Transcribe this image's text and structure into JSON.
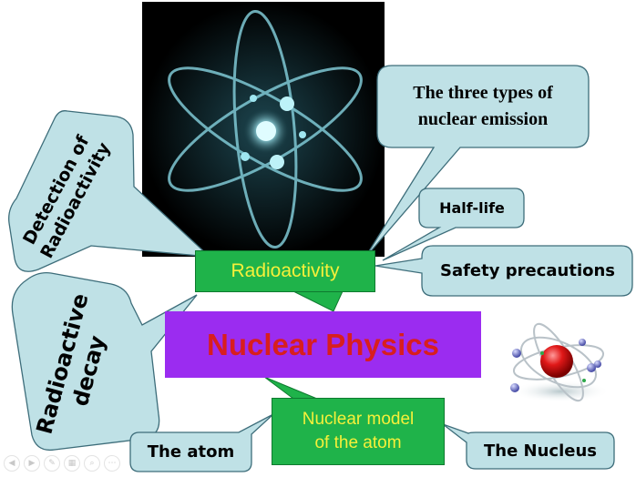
{
  "title": "Nuclear Physics",
  "nodes": {
    "radioactivity": "Radioactivity",
    "nuclear_model": "Nuclear model of the atom",
    "nuclear_model_line1": "Nuclear model",
    "nuclear_model_line2": "of the atom",
    "three_types_line1": "The three types of",
    "three_types_line2": "nuclear emission",
    "half_life": "Half-life",
    "safety": "Safety precautions",
    "detection_line1": "Detection of",
    "detection_line2": "Radioactivity",
    "decay_line1": "Radioactive",
    "decay_line2": "decay",
    "the_atom": "The atom",
    "the_nucleus": "The Nucleus"
  },
  "colors": {
    "callout_fill": "#bfe1e6",
    "callout_stroke": "#3d6d7a",
    "green_box": "#1fb34a",
    "green_text": "#f6f03a",
    "title_bg": "#9b2cf0",
    "title_text": "#d81e1e"
  },
  "icons": {
    "atom_image": "glowing-atom-icon",
    "atom_model": "3d-atom-model-icon"
  },
  "toolbar": [
    "previous-slide-icon",
    "next-slide-icon",
    "notes-icon",
    "slides-icon",
    "zoom-icon",
    "more-icon"
  ]
}
